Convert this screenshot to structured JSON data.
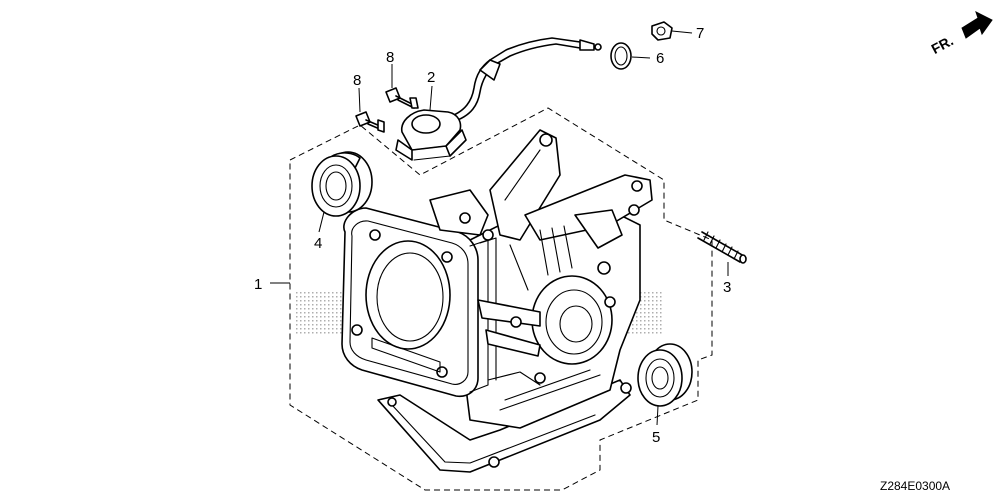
{
  "diagram": {
    "callouts": [
      {
        "id": "1",
        "text": "1"
      },
      {
        "id": "2",
        "text": "2"
      },
      {
        "id": "3",
        "text": "3"
      },
      {
        "id": "4",
        "text": "4"
      },
      {
        "id": "5",
        "text": "5"
      },
      {
        "id": "6",
        "text": "6"
      },
      {
        "id": "7",
        "text": "7"
      },
      {
        "id": "8a",
        "text": "8"
      },
      {
        "id": "8b",
        "text": "8"
      }
    ],
    "direction_label": "FR.",
    "diagram_code": "Z284E0300A"
  }
}
